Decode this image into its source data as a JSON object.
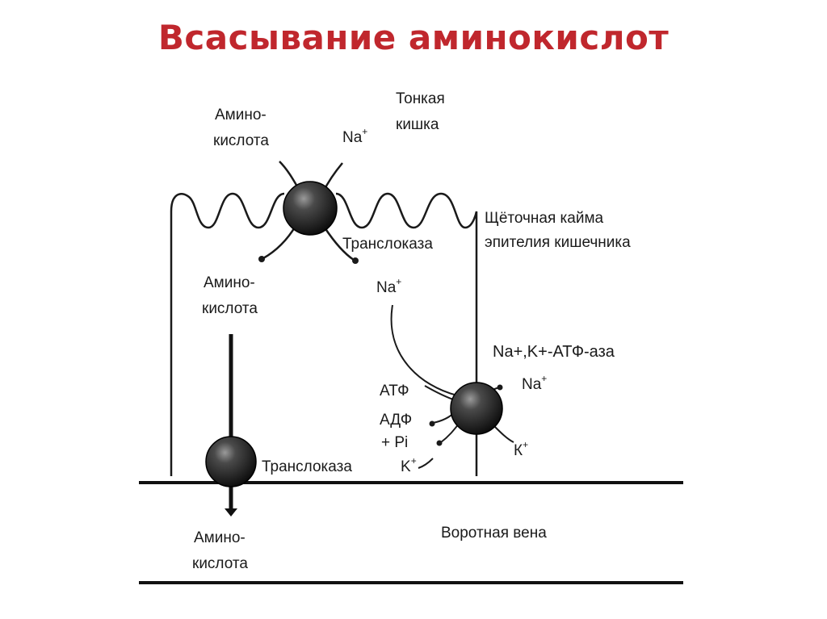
{
  "title": "Всасывание аминокислот",
  "labels": {
    "aa_lumen_1": "Амино-",
    "aa_lumen_2": "кислота",
    "na_lumen": "Na",
    "small_int_1": "Тонкая",
    "small_int_2": "кишка",
    "brush_1": "Щёточная кайма",
    "brush_2": "эпителия кишечника",
    "translocase_top": "Транслоказа",
    "aa_cell_1": "Амино-",
    "aa_cell_2": "кислота",
    "na_cell": "Na",
    "atpase": "Na+,K+-АТФ-аза",
    "na_right": "Na",
    "atp": "АТФ",
    "adp": "АДФ",
    "pi": "+ Pi",
    "k_right": "К",
    "translocase_bottom": "Транслоказа",
    "k_bottom": "K",
    "aa_blood_1": "Амино-",
    "aa_blood_2": "кислота",
    "portal_vein": "Воротная вена",
    "plus": "+"
  }
}
